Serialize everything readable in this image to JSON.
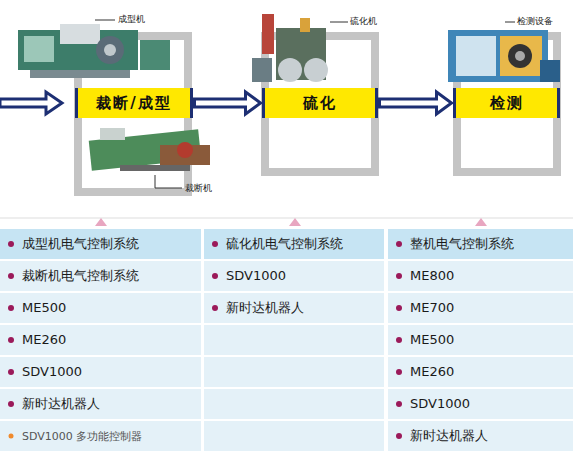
{
  "diagram": {
    "nodes": [
      {
        "text": [
          "裁断/成型"
        ]
      },
      {
        "text": [
          "硫化"
        ]
      },
      {
        "text": [
          "检测"
        ]
      }
    ],
    "edges": [
      {
        "from": 0,
        "to": 1,
        "arrow": "to"
      },
      {
        "from": 1,
        "to": 2,
        "arrow": "to"
      }
    ],
    "labels": [
      "成型机",
      "裁断机",
      "硫化机",
      "检测设备",
      "成型机电气控制系统",
      "裁断机电气控制系统",
      "ME500",
      "ME260",
      "SDV1000",
      "新时达机器人",
      "SDV1000 多功能控制器",
      "硫化机电气控制系统",
      "SDV1000",
      "新时达机器人",
      "整机电气控制系统",
      "ME800",
      "ME700",
      "ME500",
      "ME260",
      "SDV1000",
      "新时达机器人"
    ]
  }
}
